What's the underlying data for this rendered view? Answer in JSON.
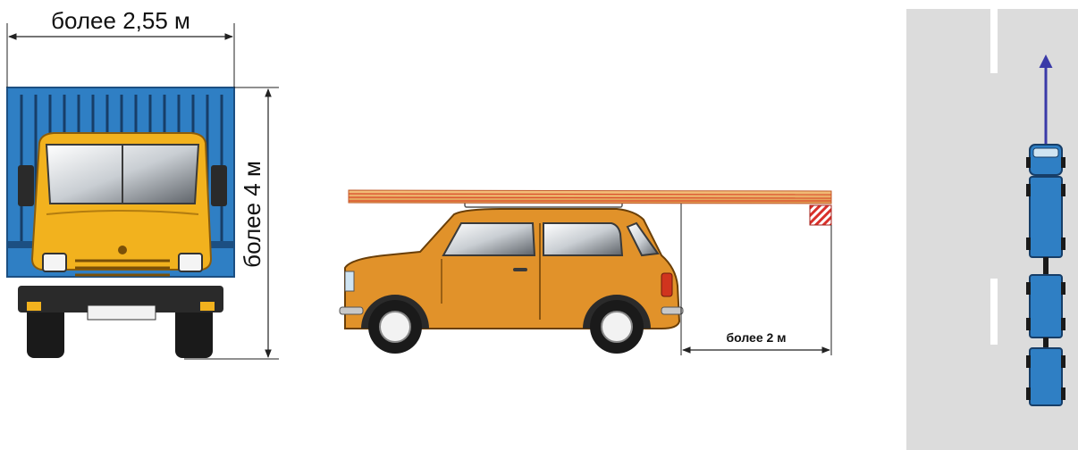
{
  "truck": {
    "width_label": "более 2,55 м",
    "height_label": "более 4 м",
    "colors": {
      "cab": "#f2b21e",
      "body": "#2f7fc4",
      "rims": "#1a1a1a"
    }
  },
  "car": {
    "overhang_label": "более 2 м",
    "colors": {
      "body": "#e1922a",
      "load": "#f0b070",
      "load_stripe": "#d94a2a"
    }
  },
  "road": {
    "colors": {
      "surface": "#dcdcdc",
      "marking": "#ffffff",
      "vehicle": "#2f7fc4",
      "arrow": "#3a3aa8"
    }
  }
}
